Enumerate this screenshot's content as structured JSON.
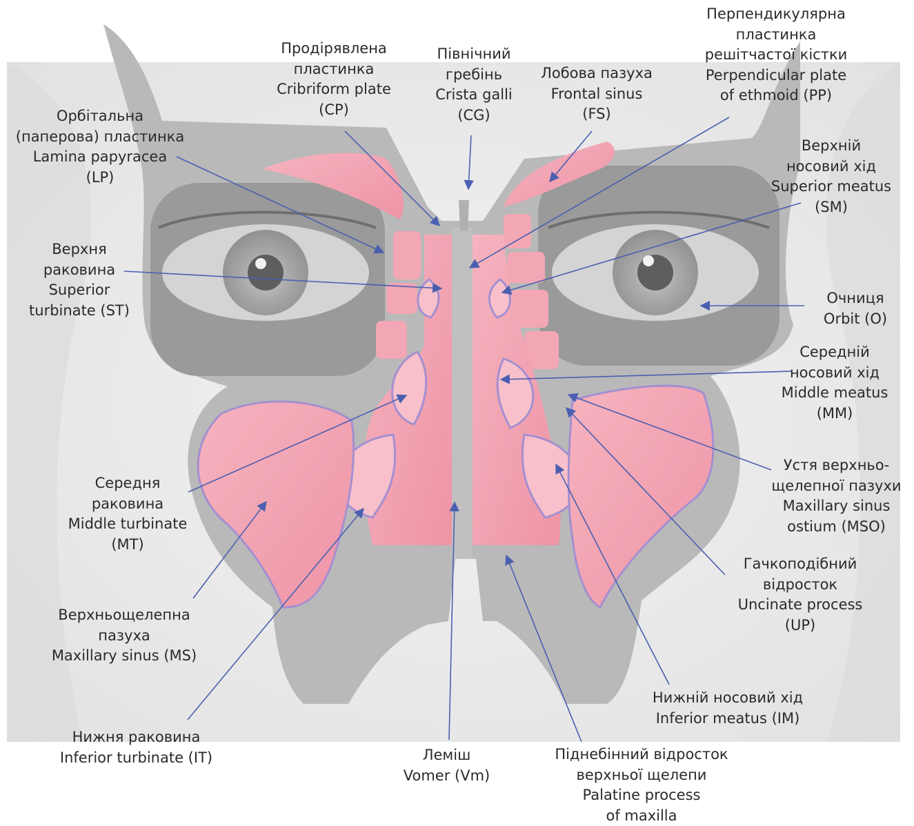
{
  "labels": {
    "cp": {
      "lines": [
        "Продірявлена",
        "пластинка",
        "Cribriform plate",
        "(CP)"
      ]
    },
    "cg": {
      "lines": [
        "Північний",
        "гребінь",
        "Crista galli",
        "(CG)"
      ]
    },
    "fs": {
      "lines": [
        "Лобова пазуха",
        "Frontal sinus",
        "(FS)"
      ]
    },
    "pp": {
      "lines": [
        "Перпендикулярна",
        "пластинка",
        "решітчастої кістки",
        "Perpendicular plate",
        "of ethmoid (PP)"
      ]
    },
    "lp": {
      "lines": [
        "Орбітальна",
        "(паперова) пластинка",
        "Lamina papyracea",
        "(LP)"
      ]
    },
    "sm": {
      "lines": [
        "Верхній",
        "носовий хід",
        "Superior meatus",
        "(SM)"
      ]
    },
    "st": {
      "lines": [
        "Верхня",
        "раковина",
        "Superior",
        "turbinate (ST)"
      ]
    },
    "o": {
      "lines": [
        "Очниця",
        "Orbit (O)"
      ]
    },
    "mm": {
      "lines": [
        "Середній",
        "носовий хід",
        "Middle meatus",
        "(MM)"
      ]
    },
    "mt": {
      "lines": [
        "Середня",
        "раковина",
        "Middle turbinate",
        "(MT)"
      ]
    },
    "mso": {
      "lines": [
        "Устя верхньо-",
        "щелепної пазухи",
        "Maxillary sinus",
        "ostium (MSO)"
      ]
    },
    "up": {
      "lines": [
        "Гачкоподібний",
        "відросток",
        "Uncinate process",
        "(UP)"
      ]
    },
    "ms": {
      "lines": [
        "Верхньощелепна",
        "пазуха",
        "Maxillary sinus (MS)"
      ]
    },
    "im": {
      "lines": [
        "Нижній носовий хід",
        "Inferior meatus (IM)"
      ]
    },
    "it": {
      "lines": [
        "Нижня раковина",
        "Inferior turbinate (IT)"
      ]
    },
    "vm": {
      "lines": [
        "Леміш",
        "Vomer (Vm)"
      ]
    },
    "palatine": {
      "lines": [
        "Піднебінний відросток",
        "верхньої щелепи",
        "Palatine process",
        "of maxilla"
      ]
    }
  },
  "colors": {
    "arrow": "#4a5fb0",
    "sinus_pink": "#f2a2b0",
    "bone_grey": "#b7b7b7",
    "face_grey": "#e9e9e9",
    "turbinate_shadow": "#9a88c8"
  }
}
